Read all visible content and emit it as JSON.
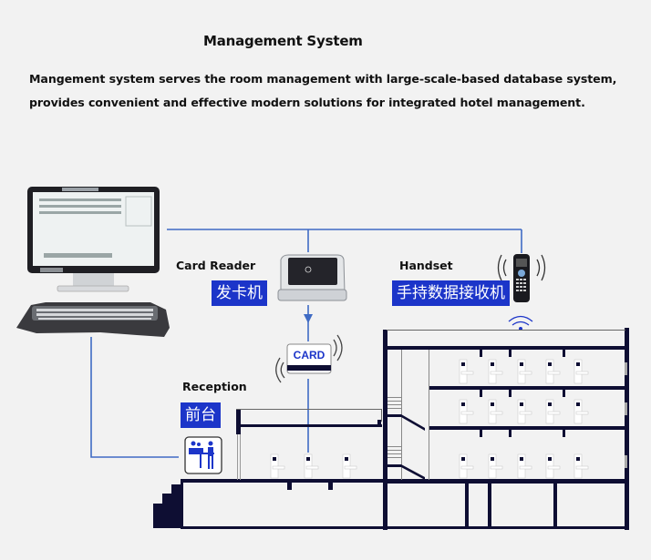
{
  "header": {
    "title": "Management System",
    "description_line1": "Mangement system serves the room management with large-scale-based database system,",
    "description_line2": "provides convenient and effective modern solutions for integrated hotel management."
  },
  "nodes": {
    "card_reader": {
      "label_en": "Card Reader",
      "label_cn": "发卡机"
    },
    "handset": {
      "label_en": "Handset",
      "label_cn": "手持数据接收机"
    },
    "reception": {
      "label_en": "Reception",
      "label_cn": "前台"
    },
    "card": {
      "text": "CARD"
    }
  },
  "colors": {
    "accent_blue": "#1c35c9",
    "line_blue": "#3f6bc4",
    "building_navy": "#0e0e33",
    "background": "#f2f2f2"
  }
}
